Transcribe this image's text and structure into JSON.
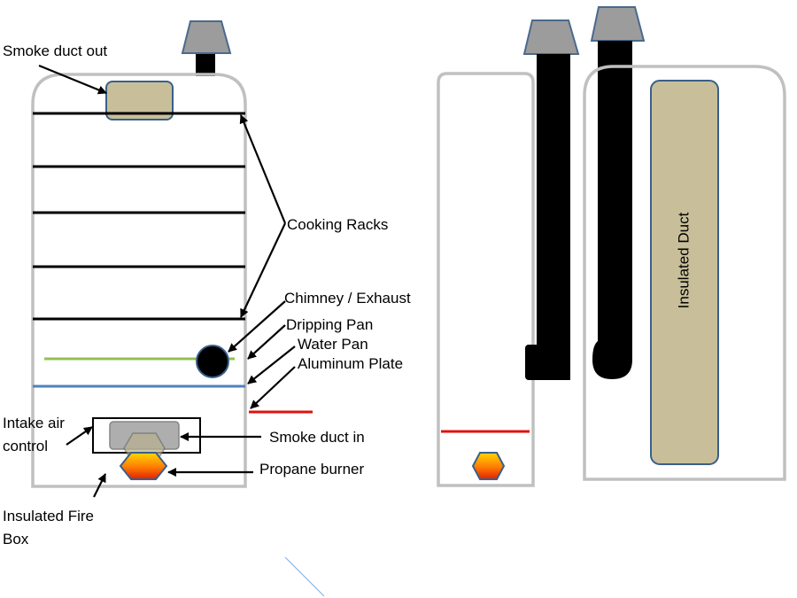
{
  "labels": {
    "smoke_duct_out": "Smoke duct out",
    "cooking_racks": "Cooking Racks",
    "chimney_exhaust": "Chimney / Exhaust",
    "dripping_pan": "Dripping Pan",
    "water_pan": "Water Pan",
    "aluminum_plate": "Aluminum Plate",
    "intake_air_control_line1": "Intake air",
    "intake_air_control_line2": "control",
    "smoke_duct_in": "Smoke duct in",
    "propane_burner": "Propane burner",
    "insulated_fire_box_line1": "Insulated Fire",
    "insulated_fire_box_line2": "Box",
    "insulated_duct": "Insulated Duct"
  },
  "colors": {
    "outline": "#c0c0c0",
    "rack": "#000000",
    "duct_fill": "#c8bf9a",
    "duct_stroke": "#3a5f8a",
    "cap_fill": "#9c9c9c",
    "cap_stroke": "#4a6a8c",
    "chimney": "#000000",
    "dripping_pan": "#92c050",
    "water_pan": "#4f81bd",
    "aluminum_plate": "#e01010",
    "intake_box": "#a0a0a0",
    "flame_top": "#ffd700",
    "flame_bottom": "#e02000"
  }
}
